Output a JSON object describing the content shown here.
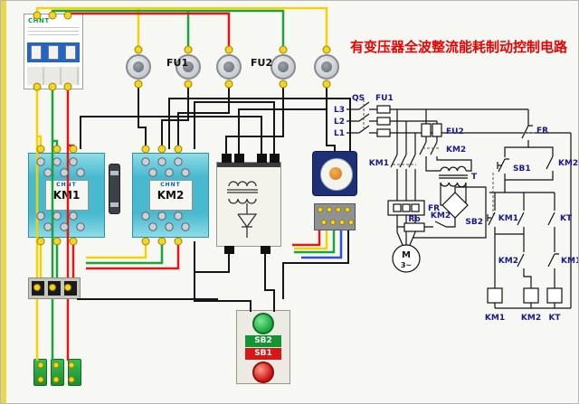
{
  "title": "有变压器全波整流能耗制动控制电路",
  "breaker": {
    "brand": "CHNT"
  },
  "fuse_row": {
    "fu1": "FU1",
    "fu2": "FU2"
  },
  "contactor_km1": {
    "brand": "CHNT",
    "label": "KM1"
  },
  "contactor_km2": {
    "brand": "CHNT",
    "label": "KM2"
  },
  "buttons": {
    "sb2": "SB2",
    "sb1": "SB1"
  },
  "schematic": {
    "l3": "L3",
    "l2": "L2",
    "l1": "L1",
    "qs": "QS",
    "fu1": "FU1",
    "fu2": "FU2",
    "km1_main": "KM1",
    "km2_main": "KM2",
    "fr_heater": "FR",
    "transformer": "T",
    "km2_dc": "KM2",
    "rb": "Rb",
    "fr_contact": "FR",
    "sb1": "SB1",
    "km2_top": "KM2",
    "sb2": "SB2",
    "km1_selfhold": "KM1",
    "kt_contact": "KT",
    "km2_aux": "KM2",
    "km1_interlock": "KM1",
    "motor_m": "M",
    "motor_3ph": "3~",
    "coil_km1": "KM1",
    "coil_km2": "KM2",
    "coil_kt": "KT"
  }
}
